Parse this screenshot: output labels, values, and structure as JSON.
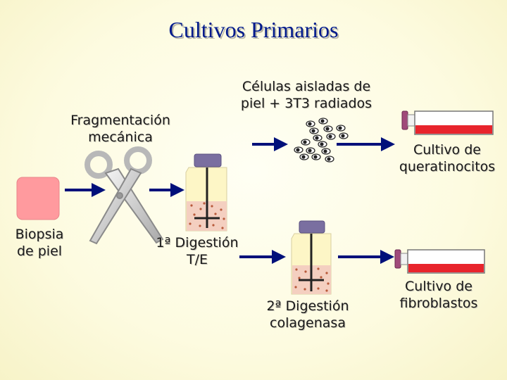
{
  "title": "Cultivos Primarios",
  "labels": {
    "biopsia": [
      "Biopsia",
      "de piel"
    ],
    "fragmentacion": [
      "Fragmentación",
      "mecánica"
    ],
    "celulas": [
      "Células aisladas de",
      "piel + 3T3 radiados"
    ],
    "digestion1": [
      "1ª Digestión",
      "T/E"
    ],
    "digestion2": [
      "2ª Digestión",
      "colagenasa"
    ],
    "queratinocitos": [
      "Cultivo de",
      "queratinocitos"
    ],
    "fibroblastos": [
      "Cultivo de",
      "fibroblastos"
    ]
  },
  "colors": {
    "title": "#001a8c",
    "arrow": "#00107a",
    "biopsy": "#ff9a9e",
    "flask_cap": "#7a6fa0",
    "flask_body": "#fdf6c6",
    "tissue": "#f4cfc0",
    "culture_red": "#e8242c",
    "culture_cap": "#a04a7a"
  },
  "icons": [
    "scissors-icon",
    "digestion-bottle-icon",
    "culture-flask-icon",
    "cells-icon",
    "arrow-icon"
  ]
}
